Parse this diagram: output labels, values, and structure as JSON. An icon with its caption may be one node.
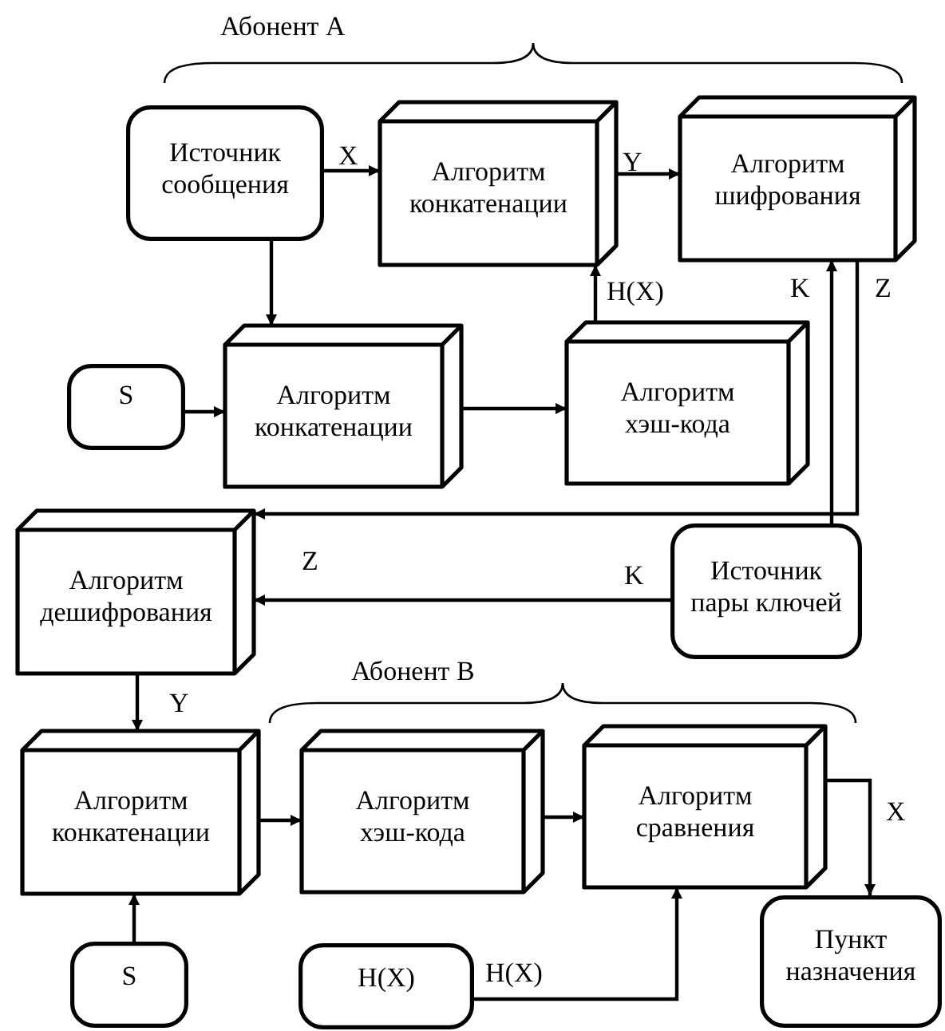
{
  "diagram": {
    "nodes": [
      {
        "text": [
          "Источник сообщения"
        ]
      },
      {
        "text": [
          "Алгоритм конкатенации"
        ]
      },
      {
        "text": [
          "Алгоритм шифрования"
        ]
      },
      {
        "text": [
          "S"
        ]
      },
      {
        "text": [
          "Алгоритм конкатенации"
        ]
      },
      {
        "text": [
          "Алгоритм хэш-кода"
        ]
      },
      {
        "text": [
          "Алгоритм дешифрования"
        ]
      },
      {
        "text": [
          "Источник пары ключей"
        ]
      },
      {
        "text": [
          "Алгоритм конкатенации"
        ]
      },
      {
        "text": [
          "Алгоритм хэш-кода"
        ]
      },
      {
        "text": [
          "Алгоритм сравнения"
        ]
      },
      {
        "text": [
          "S"
        ]
      },
      {
        "text": [
          "H(X)"
        ]
      },
      {
        "text": [
          "Пункт назначения"
        ]
      }
    ],
    "edges": [
      {
        "from": 0,
        "to": 1,
        "arrow": "to",
        "label": "X"
      },
      {
        "from": 1,
        "to": 2,
        "arrow": "to",
        "label": "Y"
      },
      {
        "from": 0,
        "to": 4,
        "arrow": "to"
      },
      {
        "from": 3,
        "to": 4,
        "arrow": "to"
      },
      {
        "from": 4,
        "to": 5,
        "arrow": "to"
      },
      {
        "from": 5,
        "to": 1,
        "arrow": "to",
        "label": "H(X)"
      },
      {
        "from": 7,
        "to": 2,
        "arrow": "to",
        "label": "K"
      },
      {
        "from": 2,
        "to": 6,
        "arrow": "to",
        "label": "Z"
      },
      {
        "from": 7,
        "to": 6,
        "arrow": "to",
        "label": "K"
      },
      {
        "from": 6,
        "to": 8,
        "arrow": "to",
        "label": "Y"
      },
      {
        "from": 8,
        "to": 9,
        "arrow": "to"
      },
      {
        "from": 9,
        "to": 10,
        "arrow": "to"
      },
      {
        "from": 11,
        "to": 8,
        "arrow": "to"
      },
      {
        "from": 12,
        "to": 10,
        "arrow": "to",
        "label": "H(X)"
      },
      {
        "from": 10,
        "to": 13,
        "arrow": "to",
        "label": "X"
      }
    ],
    "labels": [
      "Абонент А",
      "Z",
      "Абонент B"
    ]
  }
}
